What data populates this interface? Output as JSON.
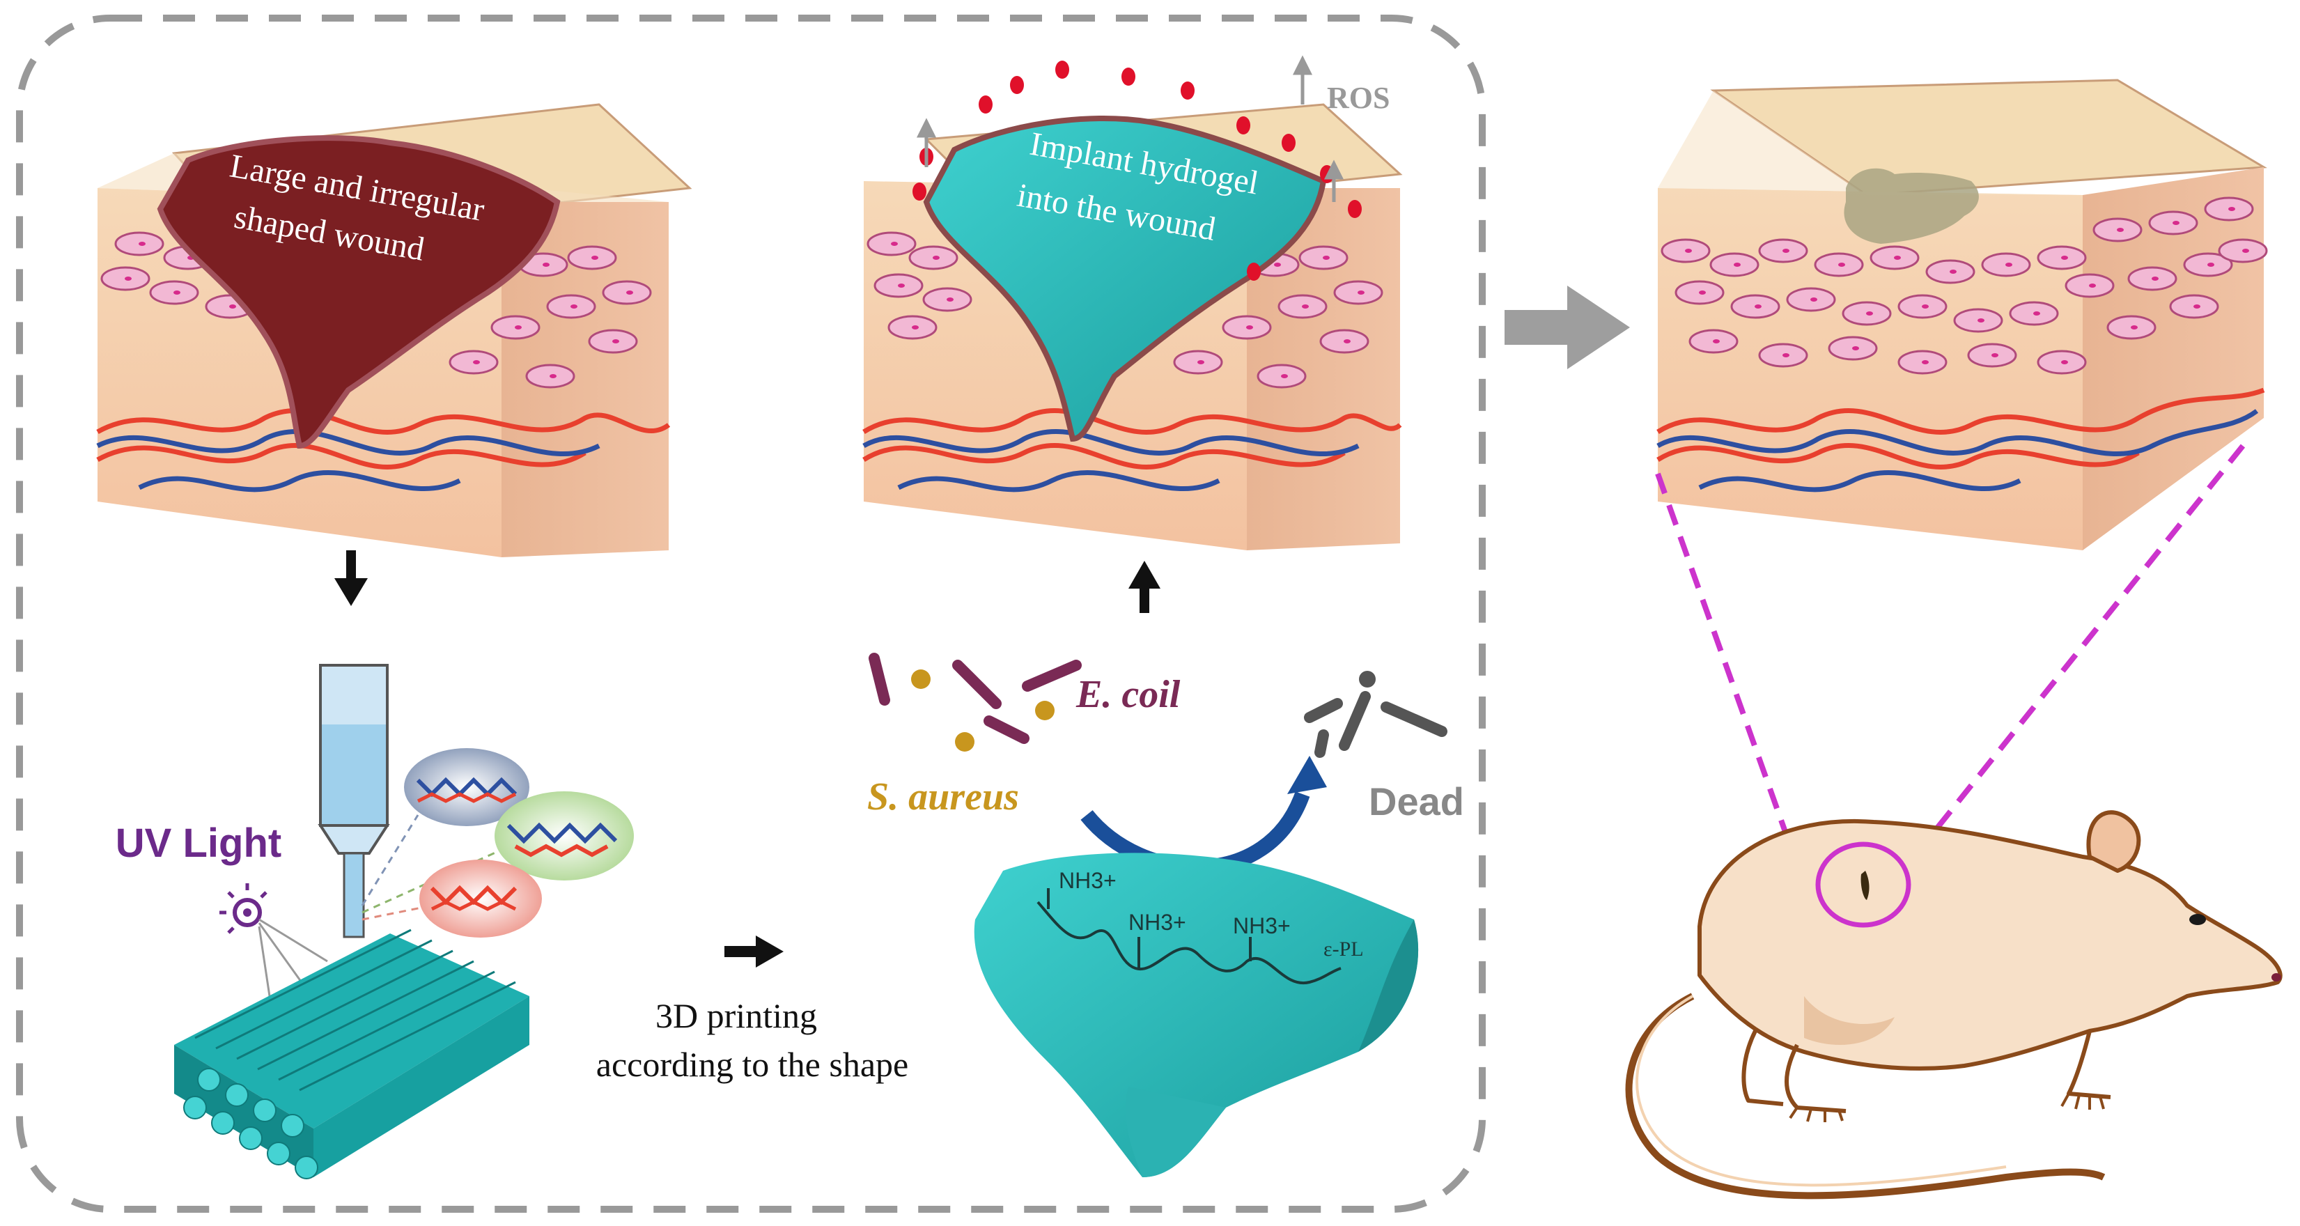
{
  "labels": {
    "wound_line1": "Large and irregular",
    "wound_line2": "shaped wound",
    "implant_line1": "Implant hydrogel",
    "implant_line2": "into the wound",
    "ros": "ROS",
    "uv_light": "UV Light",
    "printing_line1": "3D printing",
    "printing_line2": "according to the shape",
    "ecoli": "E. coil",
    "saureus": "S. aureus",
    "dead": "Dead",
    "nh3_a": "NH3+",
    "nh3_b": "NH3+",
    "nh3_c": "NH3+",
    "epl": "ε-PL"
  },
  "colors": {
    "skin_top": "#f3dcb4",
    "skin_body": "#f2c9a6",
    "wound": "#7b1f22",
    "hydrogel": "#2fc0c0",
    "vessel_red": "#e8402e",
    "vessel_blue": "#2d4fa0",
    "uv_purple": "#6b2a8a",
    "saureus_gold": "#c8961e",
    "ecoli_purple": "#7a2a55",
    "dashed_magenta": "#cc33cc",
    "frame_gray": "#999999"
  }
}
